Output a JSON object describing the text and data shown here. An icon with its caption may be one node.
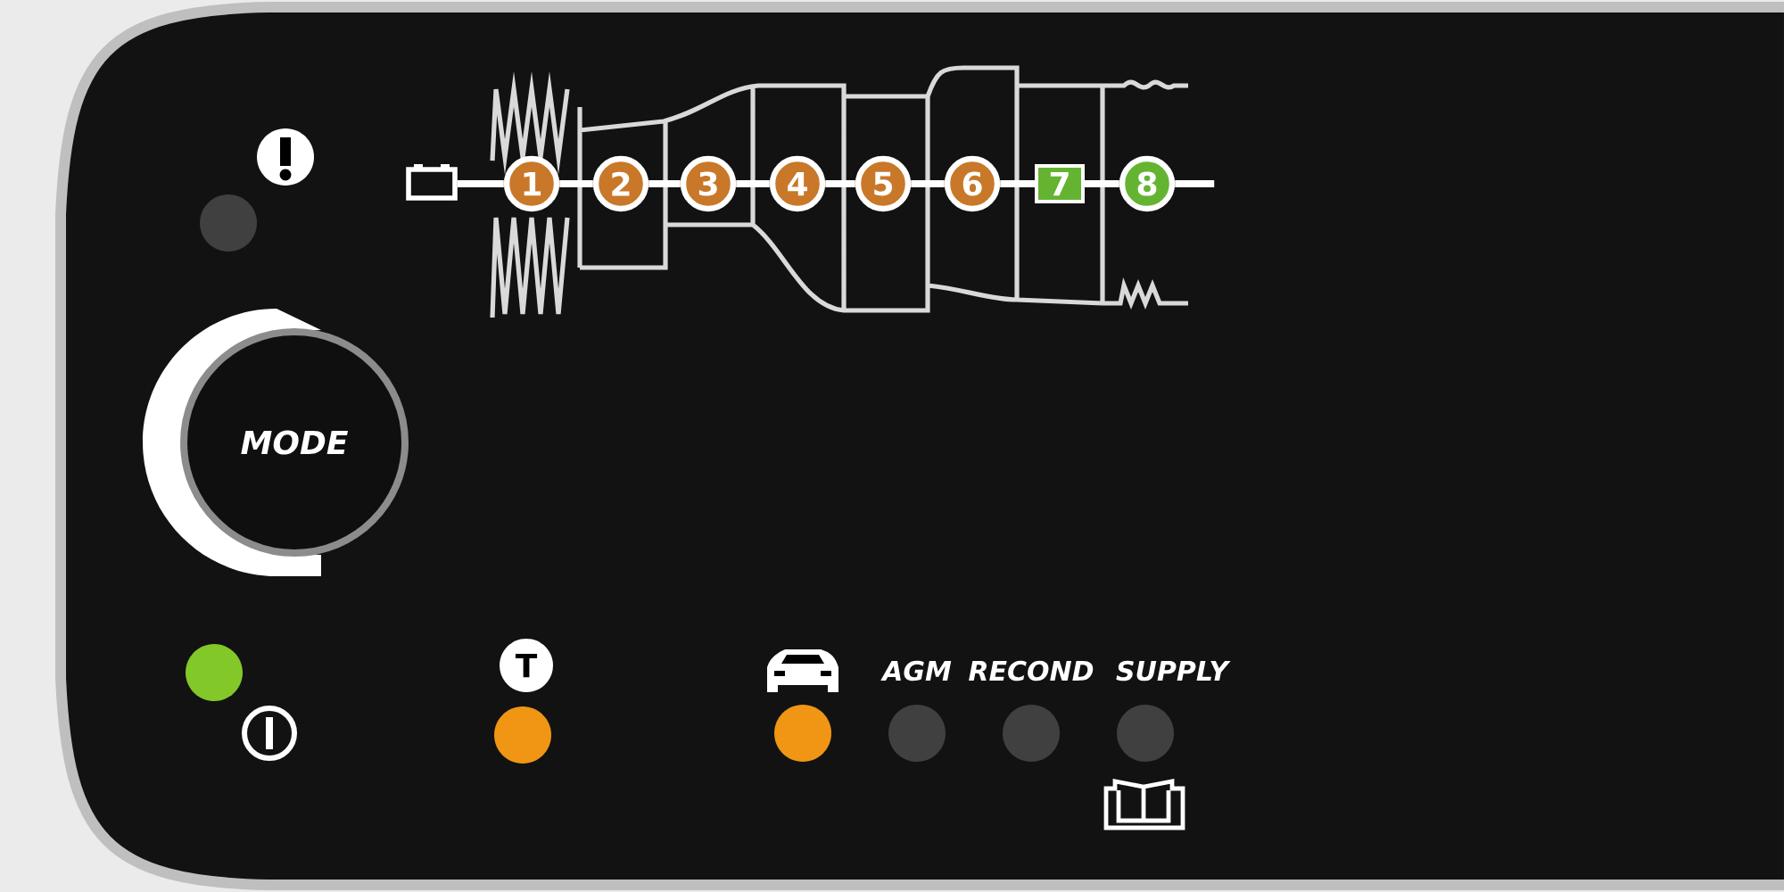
{
  "diagram": {
    "nodes": [
      {
        "text": [],
        "shape": "battery"
      },
      {
        "text": [
          "1"
        ]
      },
      {
        "text": [
          "2"
        ]
      },
      {
        "text": [
          "3"
        ]
      },
      {
        "text": [
          "4"
        ]
      },
      {
        "text": [
          "5"
        ]
      },
      {
        "text": [
          "6"
        ]
      },
      {
        "text": [
          "7"
        ]
      },
      {
        "text": [
          "8"
        ]
      },
      {
        "text": [
          "MODE"
        ]
      },
      {
        "text": [
          "T"
        ]
      }
    ],
    "edges": [
      {
        "from": 0,
        "to": 1,
        "arrow": "none"
      },
      {
        "from": 1,
        "to": 2,
        "arrow": "none"
      },
      {
        "from": 2,
        "to": 3,
        "arrow": "none"
      },
      {
        "from": 3,
        "to": 4,
        "arrow": "none"
      },
      {
        "from": 4,
        "to": 5,
        "arrow": "none"
      },
      {
        "from": 5,
        "to": 6,
        "arrow": "none"
      },
      {
        "from": 6,
        "to": 7,
        "arrow": "none"
      },
      {
        "from": 7,
        "to": 8,
        "arrow": "none"
      },
      {
        "from": 8,
        "to": null,
        "arrow": "none"
      }
    ],
    "labels": [
      "AGM",
      "RECOND",
      "SUPPLY"
    ]
  }
}
